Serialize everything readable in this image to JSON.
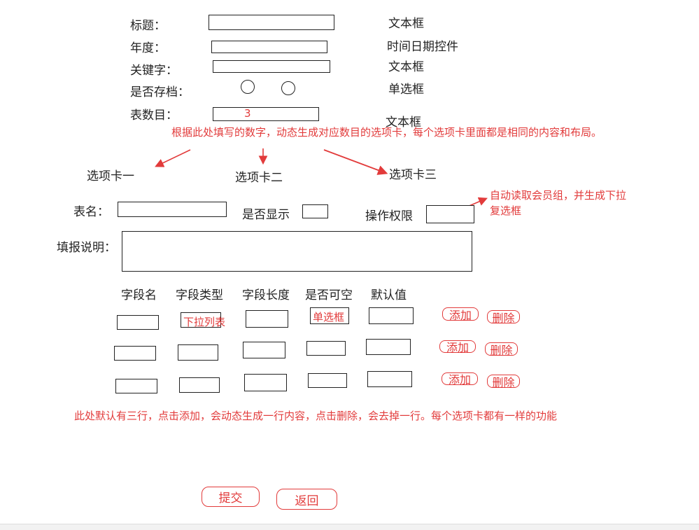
{
  "form": {
    "title_label": "标题：",
    "year_label": "年度：",
    "keyword_label": "关键字：",
    "archive_label": "是否存档：",
    "table_count_label": "表数目：",
    "table_count_value": "3"
  },
  "annotations": {
    "textbox_1": "文本框",
    "datetime": "时间日期控件",
    "textbox_2": "文本框",
    "radio": "单选框",
    "textbox_3": "文本框",
    "tabs_note": "根据此处填写的数字，动态生成对应数目的选项卡，每个选项卡里面都是相同的内容和布局。",
    "member_group_note_line1": "自动读取会员组，并生成下拉",
    "member_group_note_line2": "复选框",
    "rows_note": "此处默认有三行，点击添加，会动态生成一行内容，点击删除，会去掉一行。每个选项卡都有一样的功能"
  },
  "tabs": [
    "选项卡一",
    "选项卡二",
    "选项卡三"
  ],
  "table_section": {
    "table_name_label": "表名：",
    "show_label": "是否显示",
    "permission_label": "操作权限",
    "description_label": "填报说明："
  },
  "fields": {
    "headers": [
      "字段名",
      "字段类型",
      "字段长度",
      "是否可空",
      "默认值"
    ],
    "type_placeholder": "下拉列表",
    "nullable_placeholder": "单选框",
    "add_label": "添加",
    "delete_label": "删除"
  },
  "actions": {
    "submit": "提交",
    "back": "返回"
  },
  "colors": {
    "annotation_red": "#e23b3b",
    "text": "#222222"
  }
}
